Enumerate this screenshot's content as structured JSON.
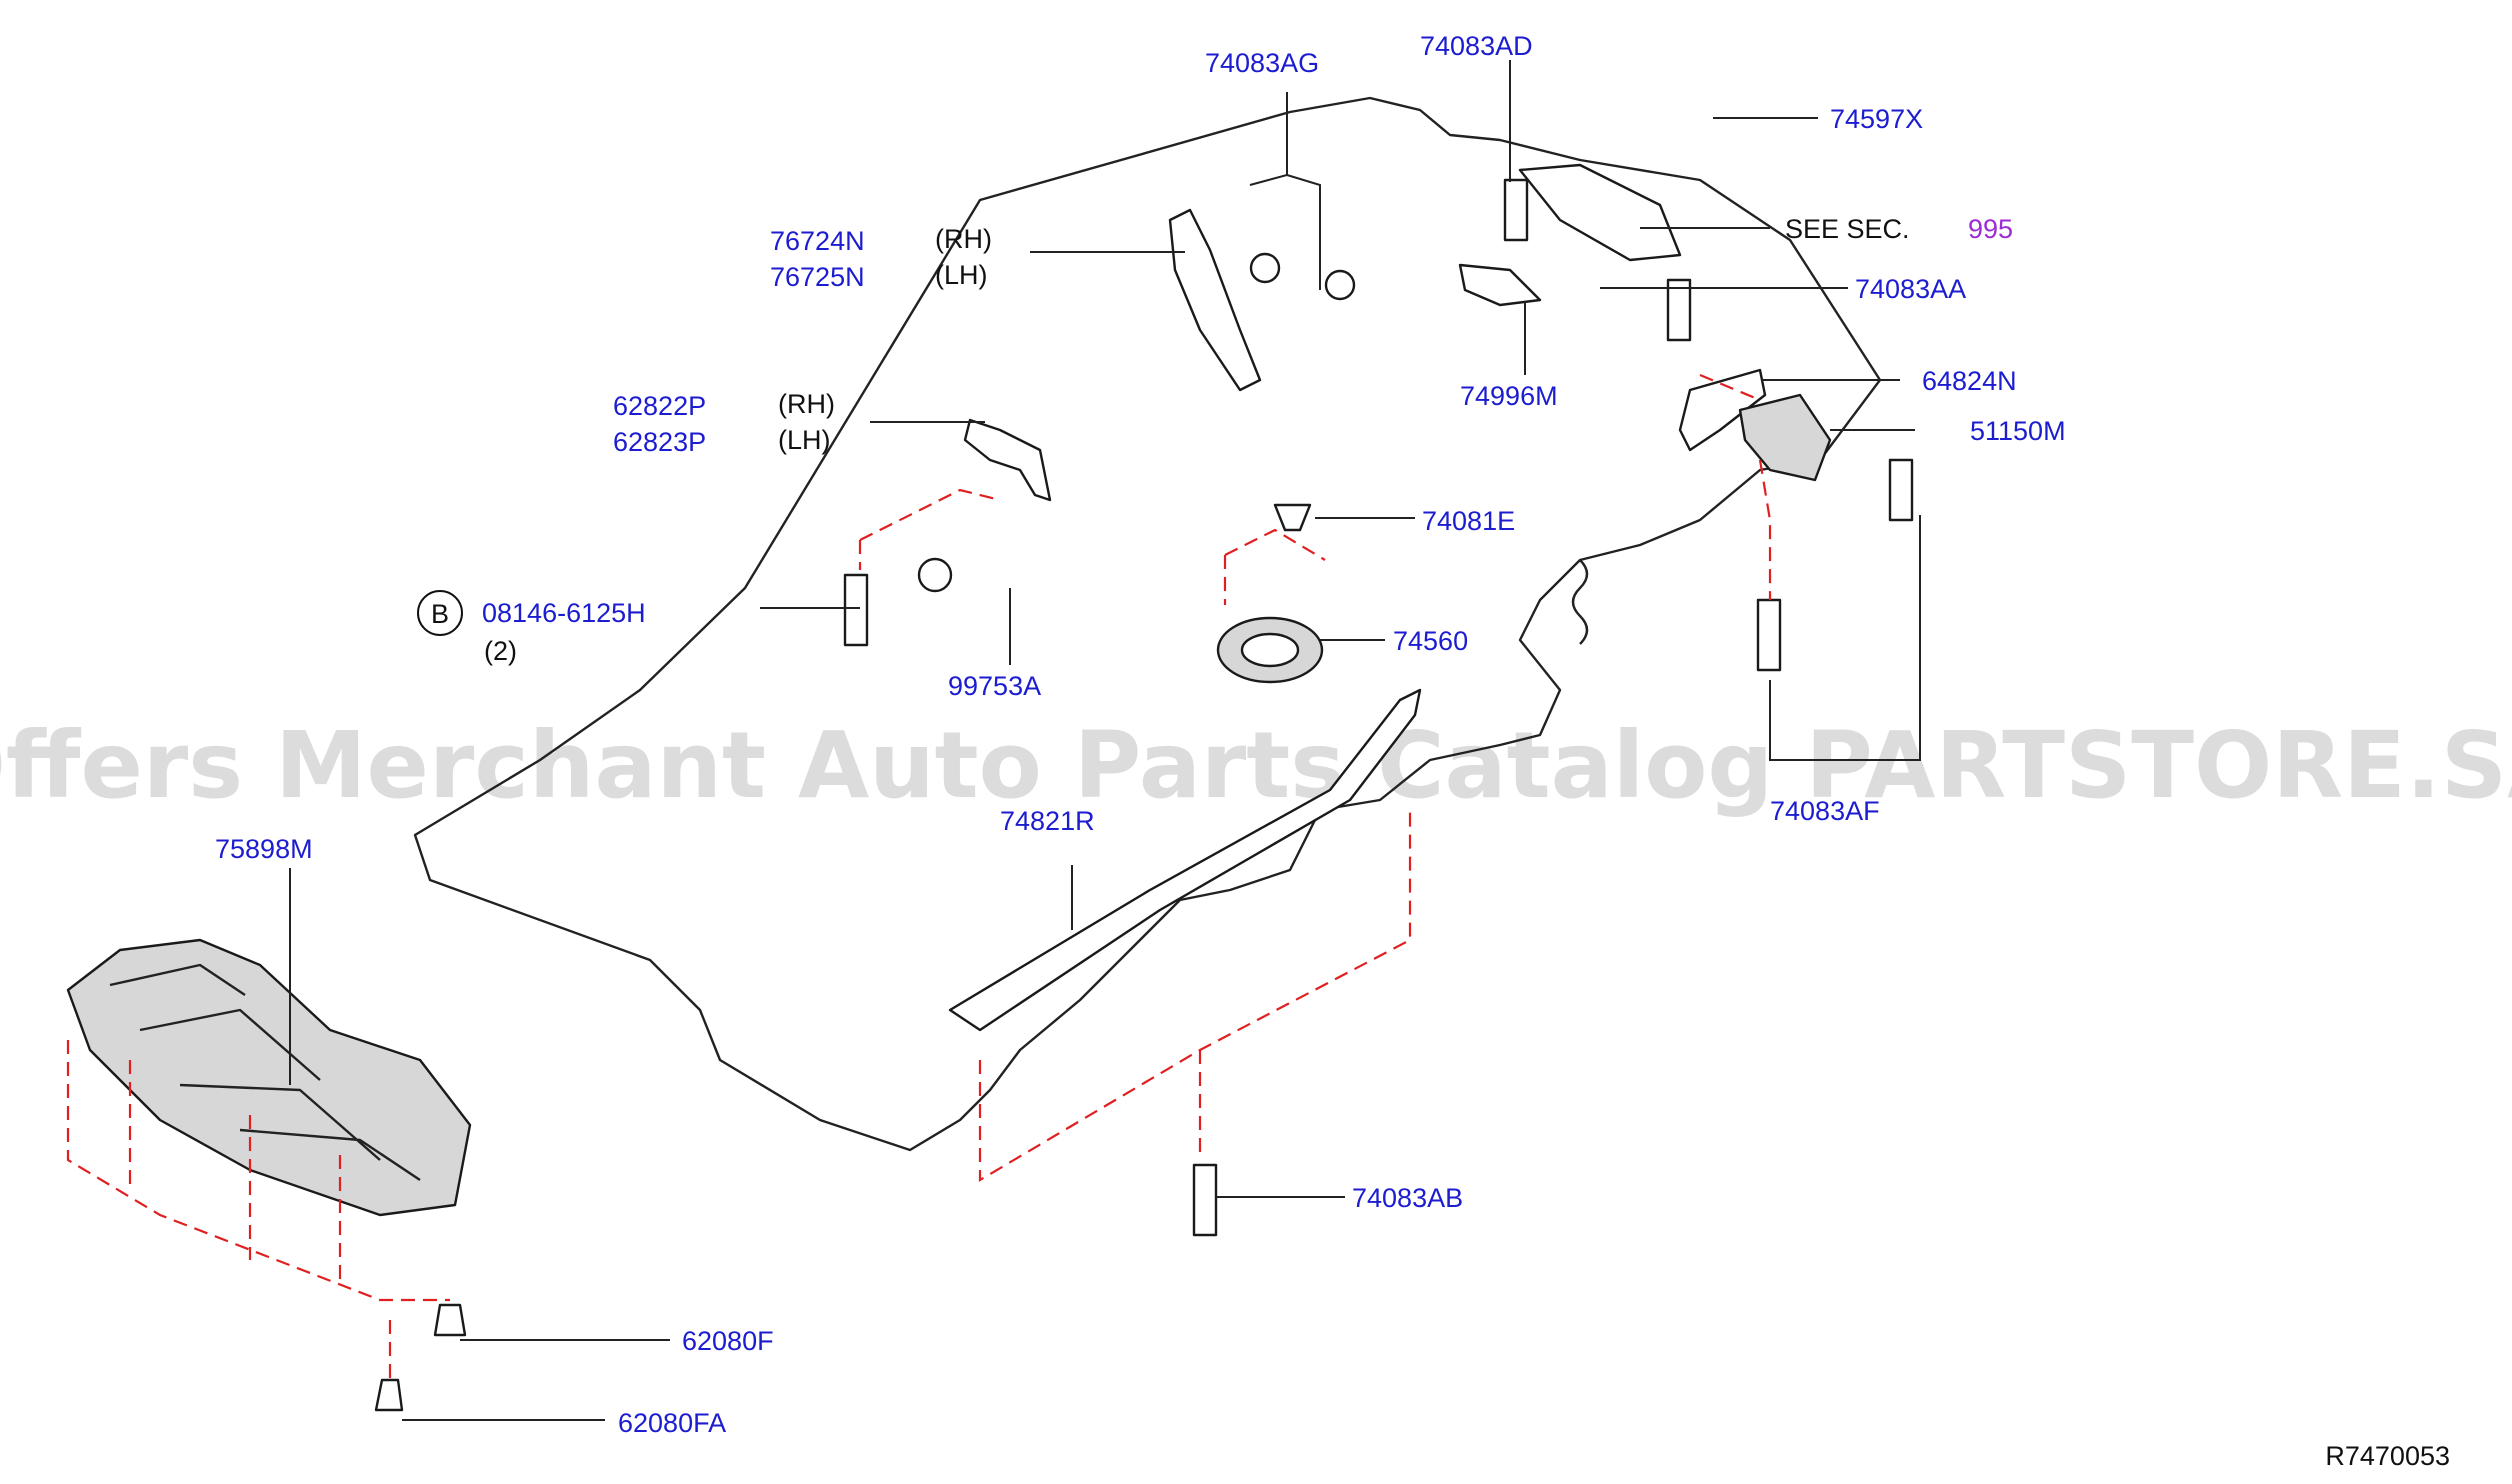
{
  "colors": {
    "part_number": "#1c1cd0",
    "section_link": "#9d2bd6",
    "text": "#111111",
    "watermark": "#d6d6d6",
    "leader": "#222222",
    "phantom_line": "#e02020"
  },
  "watermark": "Offers Merchant Auto Parts Catalog PARTSTORE.SA",
  "diagram_code": "R7470053",
  "see_section": {
    "label": "SEE   SEC.",
    "number": "995"
  },
  "side_rh": "(RH)",
  "side_lh": "(LH)",
  "callout_b": {
    "marker": "B",
    "number": "08146-6125H",
    "qty": "(2)"
  },
  "parts": {
    "p74083AG": "74083AG",
    "p74083AD": "74083AD",
    "p74597X": "74597X",
    "p76724N": "76724N",
    "p76725N": "76725N",
    "p74083AA": "74083AA",
    "p74996M": "74996M",
    "p64824N": "64824N",
    "p51150M": "51150M",
    "p62822P": "62822P",
    "p62823P": "62823P",
    "p74081E": "74081E",
    "p99753A": "99753A",
    "p74560": "74560",
    "p74083AF": "74083AF",
    "p75898M": "75898M",
    "p74821R": "74821R",
    "p74083AB": "74083AB",
    "p62080F": "62080F",
    "p62080FA": "62080FA"
  }
}
